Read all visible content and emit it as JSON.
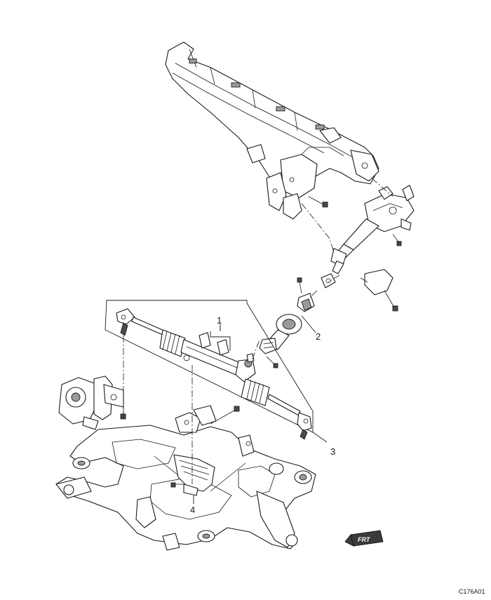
{
  "callouts": [
    {
      "id": "1",
      "label": "1"
    },
    {
      "id": "2",
      "label": "2"
    },
    {
      "id": "3",
      "label": "3"
    },
    {
      "id": "4",
      "label": "4"
    }
  ],
  "front_badge": {
    "label": "FRT"
  },
  "figure_code": "C176A01"
}
